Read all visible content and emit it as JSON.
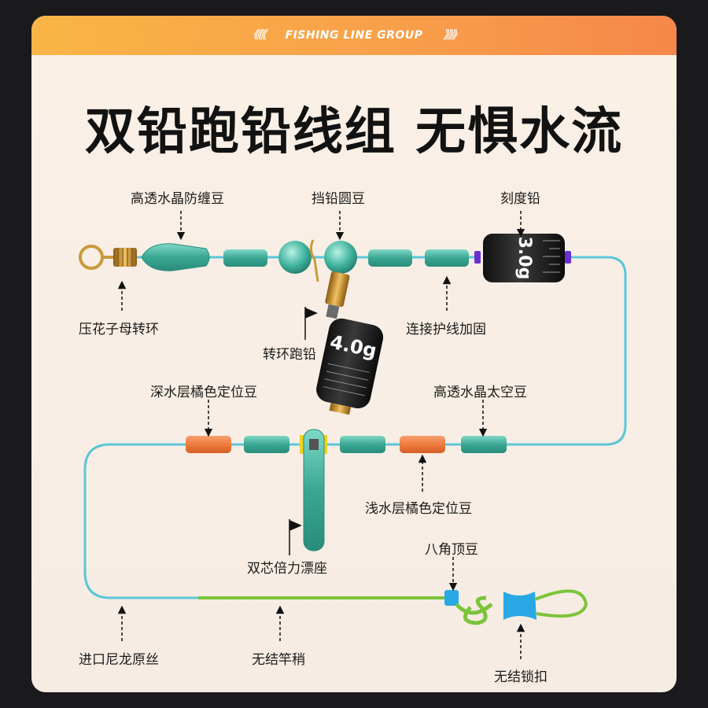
{
  "banner": {
    "left_chevrons": "《《《",
    "text": "FISHING LINE GROUP",
    "right_chevrons": "》》》"
  },
  "headline": "双铅跑铅线组 无惧水流",
  "weights": {
    "top_sinker": "3.0g",
    "hanging_sinker": "4.0g"
  },
  "labels": {
    "crystal_bead": "高透水晶防缠豆",
    "stopper_bead": "挡铅圆豆",
    "scale_sinker": "刻度铅",
    "swivel": "压花子母转环",
    "swivel_sinker": "转环跑铅",
    "sleeve": "连接护线加固",
    "deep_bead": "深水层橘色定位豆",
    "space_bead": "高透水晶太空豆",
    "shallow_bead": "浅水层橘色定位豆",
    "float_seat": "双芯倍力漂座",
    "octagon_bead": "八角顶豆",
    "nylon": "进口尼龙原丝",
    "knotless_tip": "无结竿稍",
    "knotless_lock": "无结锁扣"
  },
  "colors": {
    "line": "#5cc6d8",
    "tip_line": "#7cc43a",
    "teal_tube": "#48b8a6",
    "orange_tube": "#f07a3c",
    "sinker": "#222222",
    "gold": "#c89a3a",
    "banner_start": "#f9b545",
    "banner_end": "#f6874a"
  }
}
